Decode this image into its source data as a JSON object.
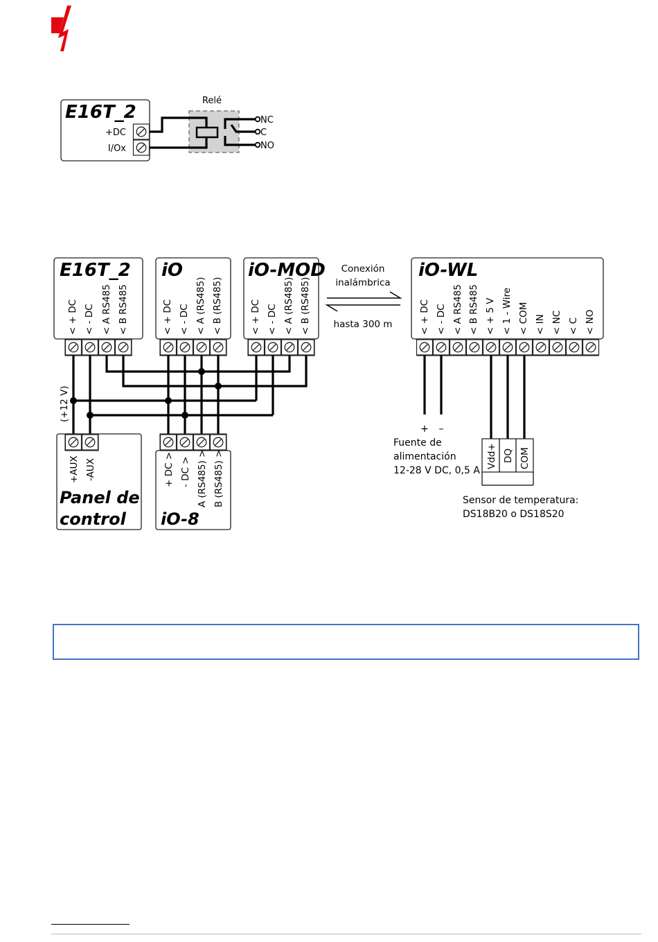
{
  "logo": {
    "icon": "trikdis-lightning-logo",
    "color": "#e30613"
  },
  "relay_diagram": {
    "device": "E16T_2",
    "terminals": [
      "+DC",
      "I/Ox"
    ],
    "relay_label": "Relé",
    "outputs": [
      "NC",
      "C",
      "NO"
    ]
  },
  "bus_diagram": {
    "modules": [
      {
        "title": "E16T_2",
        "pins": [
          "< + DC",
          "< - DC",
          "< A RS485",
          "< B RS485"
        ]
      },
      {
        "title": "iO",
        "pins": [
          "< + DC",
          "< - DC",
          "< A (RS485)",
          "< B (RS485)"
        ]
      },
      {
        "title": "iO-MOD",
        "pins": [
          "< + DC",
          "< - DC",
          "< A (RS485)",
          "< B (RS485)"
        ]
      }
    ],
    "iowl": {
      "title": "iO-WL",
      "pins": [
        "< + DC",
        "< - DC",
        "< A RS485",
        "< B RS485",
        "< + 5 V",
        "< 1 - Wire",
        "< COM",
        "< IN",
        "< NC",
        "< C",
        "< NO"
      ]
    },
    "wireless": {
      "line1": "Conexión",
      "line2": "inalámbrica",
      "range": "hasta 300 m"
    },
    "voltage_label": "(+12 V)",
    "panel": {
      "pins": [
        "+AUX",
        "-AUX"
      ],
      "title_line1": "Panel de",
      "title_line2": "control"
    },
    "io8": {
      "title": "iO-8",
      "pins": [
        "+ DC >",
        "- DC >",
        "A (RS485) >",
        "B (RS485) >"
      ]
    },
    "power_supply": {
      "plus": "+",
      "minus": "–",
      "line1": "Fuente de",
      "line2": "alimentación",
      "line3": "12-28 V DC, 0,5 A"
    },
    "sensor": {
      "pins": [
        "Vdd+",
        "DQ",
        "COM"
      ],
      "line1": "Sensor de temperatura:",
      "line2": "DS18B20 o DS18S20"
    }
  }
}
